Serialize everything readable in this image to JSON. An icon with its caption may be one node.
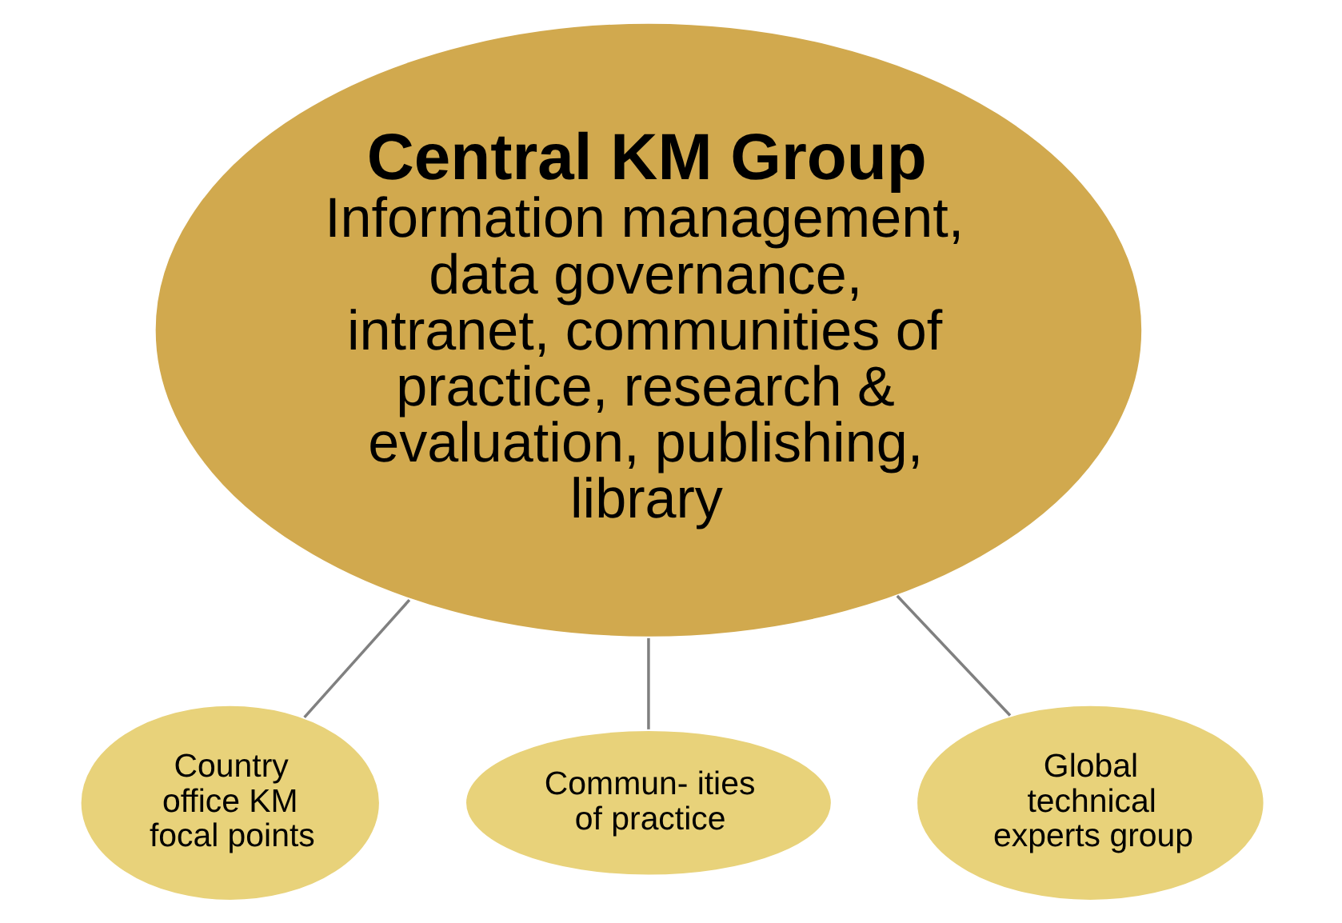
{
  "diagram": {
    "nodes": [
      {
        "text": [
          "Central KM Group",
          "Information management, data governance, intranet, communities of practice, research & evaluation, publishing, library"
        ]
      },
      {
        "text": [
          "Country office KM focal points"
        ]
      },
      {
        "text": [
          "Commun- ities of practice"
        ]
      },
      {
        "text": [
          "Global technical experts group"
        ]
      }
    ],
    "edges": [
      {
        "from": 0,
        "to": 1,
        "arrow": "none"
      },
      {
        "from": 0,
        "to": 2,
        "arrow": "none"
      },
      {
        "from": 0,
        "to": 3,
        "arrow": "none"
      }
    ]
  }
}
